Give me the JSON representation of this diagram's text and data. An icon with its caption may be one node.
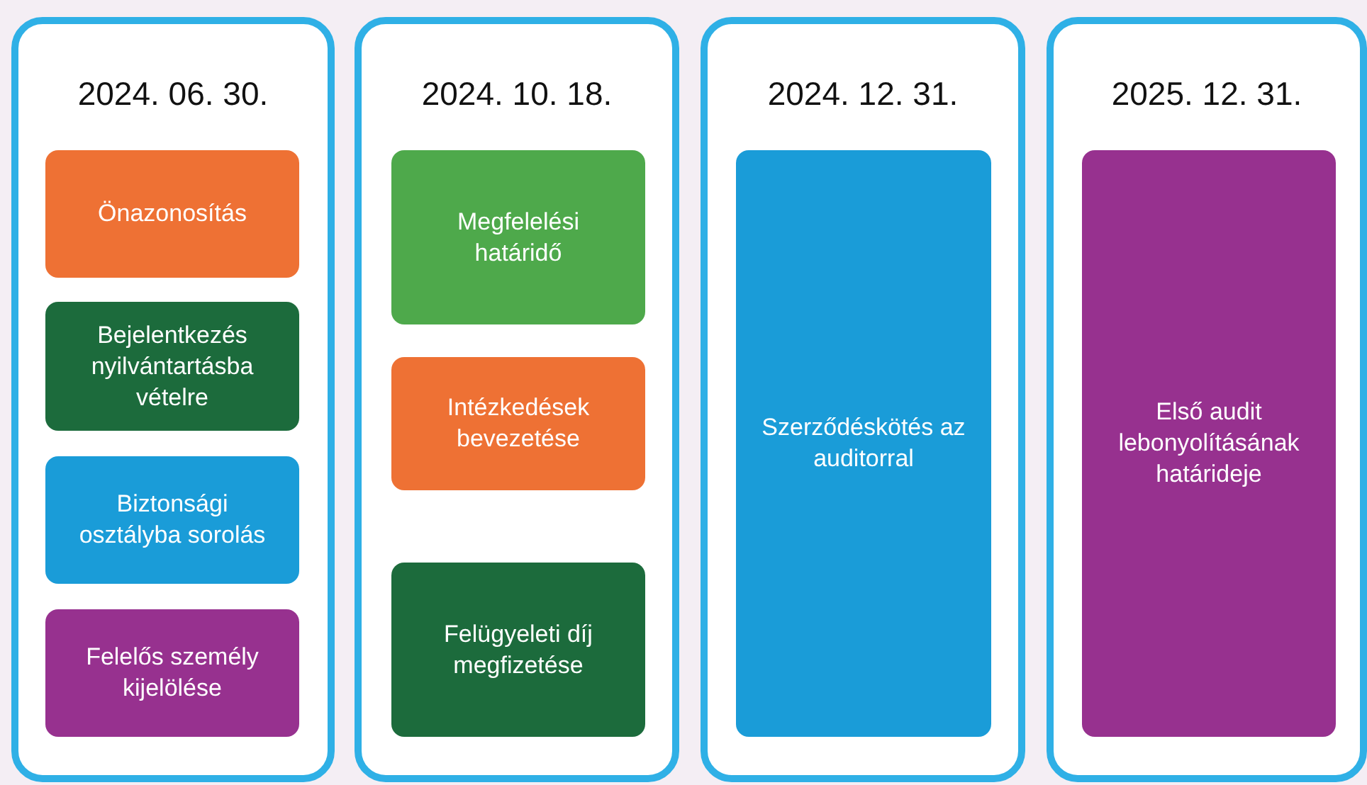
{
  "diagram": {
    "nodes": [
      {
        "text": [
          "2024. 06. 30."
        ]
      },
      {
        "text": [
          "Önazonosítás"
        ],
        "in": 0
      },
      {
        "text": [
          "Bejelentkezés nyilvántartásba vételre"
        ],
        "in": 0
      },
      {
        "text": [
          "Biztonsági osztályba sorolás"
        ],
        "in": 0
      },
      {
        "text": [
          "Felelős személy kijelölése"
        ],
        "in": 0
      },
      {
        "text": [
          "2024. 10. 18."
        ]
      },
      {
        "text": [
          "Megfelelési határidő"
        ],
        "in": 5
      },
      {
        "text": [
          "Intézkedések bevezetése"
        ],
        "in": 5
      },
      {
        "text": [
          "Felügyeleti díj megfizetése"
        ],
        "in": 5
      },
      {
        "text": [
          "2024. 12. 31."
        ]
      },
      {
        "text": [
          "Szerződéskötés az auditorral"
        ],
        "in": 9
      },
      {
        "text": [
          "2025. 12. 31."
        ]
      },
      {
        "text": [
          "Első audit lebonyolításának határideje"
        ],
        "in": 11
      }
    ]
  }
}
